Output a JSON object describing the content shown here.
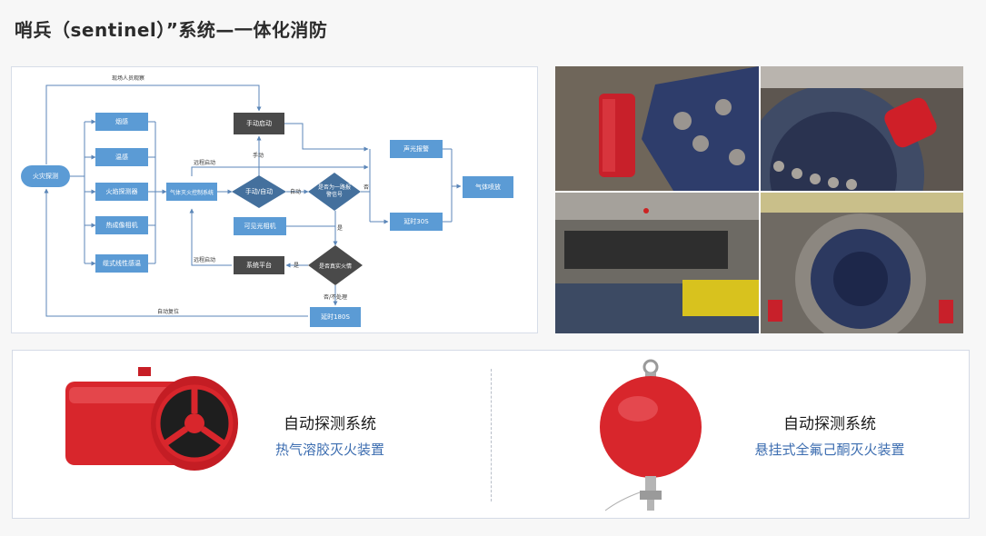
{
  "page": {
    "title": "哨兵（sentinel）”系统—一体化消防"
  },
  "flow": {
    "top_label": "现场人员观察",
    "auto_reset_label": "自动复位",
    "remote_start_label_1": "远程启动",
    "remote_start_label_2": "远程启动",
    "manual_label": "手动",
    "auto_label": "自动",
    "yes_label": "是",
    "no_label": "否",
    "yes_label_2": "是",
    "no_process_label": "否/不处理",
    "nodes": {
      "fire_detect": "火灾探测",
      "smoke": "烟感",
      "temp": "温感",
      "flame": "火焰探测器",
      "thermal_cam": "热成像相机",
      "linear_temp": "缆式线性感温",
      "gas_ctrl": "气体灭火控制系统",
      "manual_auto": "手动/自动",
      "manual_start": "手动启动",
      "visible_cam": "可见光相机",
      "first_alarm": "是否为一路报警信号",
      "sound_light": "声光报警",
      "delay30": "延时30S",
      "gas_spray": "气体喷放",
      "sys_platform": "系统平台",
      "real_fire": "是否真实火情",
      "delay180": "延时180S"
    }
  },
  "products": {
    "left_title": "自动探测系统",
    "left_subtitle": "热气溶胶灭火装置",
    "right_title": "自动探测系统",
    "right_subtitle": "悬挂式全氟己酮灭火装置"
  },
  "colors": {
    "node_blue": "#5b9bd5",
    "node_dark": "#4a4a4a",
    "node_diamond": "#44709d",
    "line": "#5b86b8",
    "product_red": "#d8262c",
    "subtitle_blue": "#3c6db0"
  }
}
